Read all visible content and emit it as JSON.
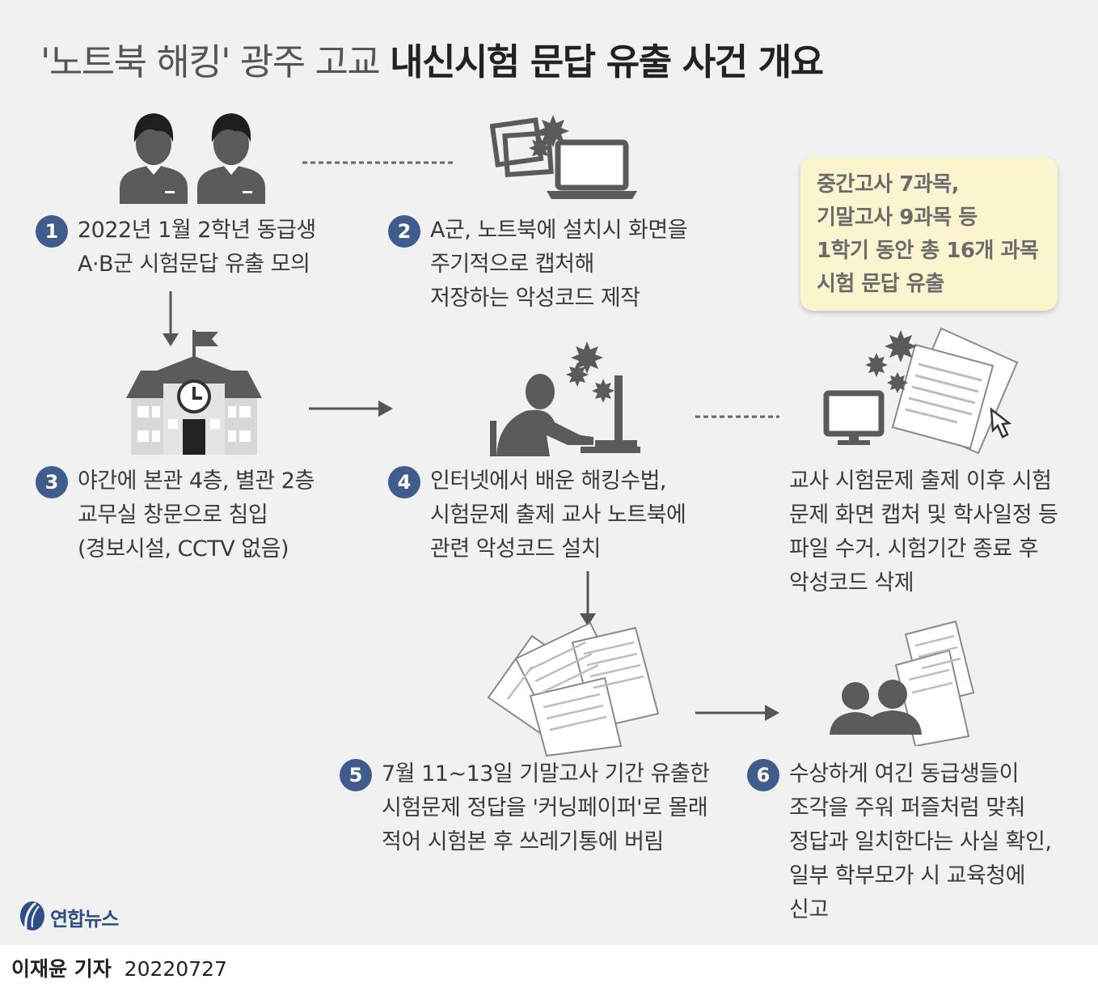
{
  "title": {
    "light": "'노트북 해킹' 광주 고교",
    "bold": "내신시험 문답 유출 사건 개요"
  },
  "steps": [
    {
      "num": "1",
      "lines": [
        "2022년 1월 2학년 동급생",
        "A·B군 시험문답 유출 모의"
      ]
    },
    {
      "num": "2",
      "lines": [
        "A군, 노트북에 설치시 화면을",
        "주기적으로 캡처해",
        "저장하는 악성코드 제작"
      ]
    },
    {
      "num": "3",
      "lines": [
        "야간에 본관 4층, 별관 2층",
        "교무실 창문으로 침입",
        "(경보시설, CCTV 없음)"
      ]
    },
    {
      "num": "4",
      "lines": [
        "인터넷에서 배운 해킹수법,",
        "시험문제 출제 교사 노트북에",
        "관련 악성코드 설치"
      ]
    },
    {
      "num": "5",
      "lines": [
        "7월 11~13일 기말고사 기간 유출한",
        "시험문제 정답을 '커닝페이퍼'로 몰래",
        "적어 시험본 후 쓰레기통에 버림"
      ]
    },
    {
      "num": "6",
      "lines": [
        "수상하게 여긴 동급생들이",
        "조각을 주워 퍼즐처럼 맞춰",
        "정답과 일치한다는 사실 확인,",
        "일부 학부모가 시 교육청에",
        "신고"
      ]
    }
  ],
  "side_text": [
    "교사 시험문제 출제 이후 시험",
    "문제 화면 캡처 및 학사일정 등",
    "파일 수거. 시험기간 종료 후",
    "악성코드 삭제"
  ],
  "note": [
    "중간고사 7과목,",
    "기말고사 9과목 등",
    "1학기 동안 총 16개 과목",
    "시험 문답 유출"
  ],
  "brand": {
    "name": "연합뉴스"
  },
  "byline": {
    "reporter": "이재윤 기자",
    "date": "20220727"
  },
  "icons": [
    "students-icon",
    "laptop-virus-icon",
    "school-building-icon",
    "hacker-computer-icon",
    "monitor-documents-icon",
    "scattered-papers-icon",
    "people-papers-icon"
  ],
  "colors": {
    "panel": "#f1f1f1",
    "badge": "#3f5c8c",
    "note": "#fbf5cf",
    "icon": "#5a5a5a"
  }
}
